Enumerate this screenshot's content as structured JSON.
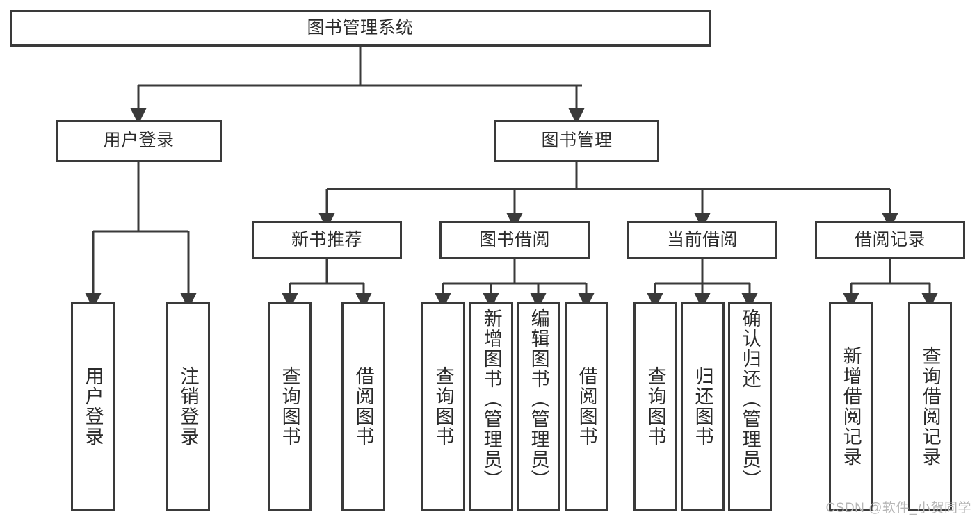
{
  "diagram": {
    "title": "图书管理系统",
    "watermark": "CSDN @软件_小贺同学",
    "colors": {
      "line": "#3a3a3a",
      "box_border": "#3a3a3a",
      "box_fill": "#ffffff",
      "text": "#2b2b2b",
      "background": "#ffffff",
      "watermark": "#b6b6b6"
    },
    "root": {
      "label": "图书管理系统"
    },
    "level2": [
      {
        "label": "用户登录"
      },
      {
        "label": "图书管理"
      }
    ],
    "level3": [
      {
        "label": "新书推荐"
      },
      {
        "label": "图书借阅"
      },
      {
        "label": "当前借阅"
      },
      {
        "label": "借阅记录"
      }
    ],
    "leaves": {
      "user_login": [
        {
          "label": "用户登录"
        },
        {
          "label": "注销登录"
        }
      ],
      "new_book_recommend": [
        {
          "label": "查询图书"
        },
        {
          "label": "借阅图书"
        }
      ],
      "book_borrow": [
        {
          "label": "查询图书"
        },
        {
          "label": "新增图书（管理员）"
        },
        {
          "label": "编辑图书（管理员）"
        },
        {
          "label": "借阅图书"
        }
      ],
      "current_borrow": [
        {
          "label": "查询图书"
        },
        {
          "label": "归还图书"
        },
        {
          "label": "确认归还（管理员）"
        }
      ],
      "borrow_record": [
        {
          "label": "新增借阅记录"
        },
        {
          "label": "查询借阅记录"
        }
      ]
    }
  },
  "chart_data": {
    "type": "tree",
    "title": "图书管理系统",
    "nodes": [
      {
        "id": "root",
        "label": "图书管理系统",
        "level": 0,
        "parent": null
      },
      {
        "id": "n1",
        "label": "用户登录",
        "level": 1,
        "parent": "root"
      },
      {
        "id": "n2",
        "label": "图书管理",
        "level": 1,
        "parent": "root"
      },
      {
        "id": "n1a",
        "label": "用户登录",
        "level": 2,
        "parent": "n1"
      },
      {
        "id": "n1b",
        "label": "注销登录",
        "level": 2,
        "parent": "n1"
      },
      {
        "id": "n2a",
        "label": "新书推荐",
        "level": 2,
        "parent": "n2"
      },
      {
        "id": "n2b",
        "label": "图书借阅",
        "level": 2,
        "parent": "n2"
      },
      {
        "id": "n2c",
        "label": "当前借阅",
        "level": 2,
        "parent": "n2"
      },
      {
        "id": "n2d",
        "label": "借阅记录",
        "level": 2,
        "parent": "n2"
      },
      {
        "id": "n2a1",
        "label": "查询图书",
        "level": 3,
        "parent": "n2a"
      },
      {
        "id": "n2a2",
        "label": "借阅图书",
        "level": 3,
        "parent": "n2a"
      },
      {
        "id": "n2b1",
        "label": "查询图书",
        "level": 3,
        "parent": "n2b"
      },
      {
        "id": "n2b2",
        "label": "新增图书（管理员）",
        "level": 3,
        "parent": "n2b"
      },
      {
        "id": "n2b3",
        "label": "编辑图书（管理员）",
        "level": 3,
        "parent": "n2b"
      },
      {
        "id": "n2b4",
        "label": "借阅图书",
        "level": 3,
        "parent": "n2b"
      },
      {
        "id": "n2c1",
        "label": "查询图书",
        "level": 3,
        "parent": "n2c"
      },
      {
        "id": "n2c2",
        "label": "归还图书",
        "level": 3,
        "parent": "n2c"
      },
      {
        "id": "n2c3",
        "label": "确认归还（管理员）",
        "level": 3,
        "parent": "n2c"
      },
      {
        "id": "n2d1",
        "label": "新增借阅记录",
        "level": 3,
        "parent": "n2d"
      },
      {
        "id": "n2d2",
        "label": "查询借阅记录",
        "level": 3,
        "parent": "n2d"
      }
    ]
  }
}
